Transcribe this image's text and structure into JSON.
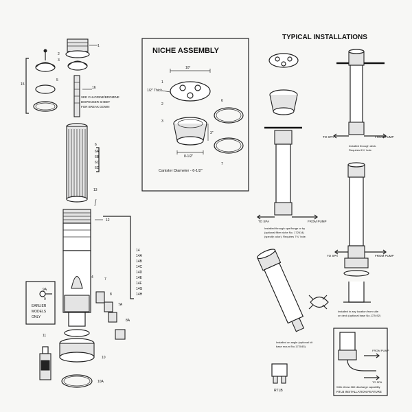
{
  "titles": {
    "typical_installations": "TYPICAL INSTALLATIONS",
    "niche_assembly": "NICHE ASSEMBLY"
  },
  "niche": {
    "dim_10": "10\"",
    "dim_half_thick": "1/2\" Thick",
    "dim_3": "3\"",
    "dim_8_half": "8-1/2\"",
    "canister_diameter": "Canister Diameter - 6-1/2\"",
    "callouts": [
      "1",
      "2",
      "3",
      "6",
      "7"
    ]
  },
  "parts": {
    "callouts": [
      "1",
      "2",
      "3",
      "4",
      "5",
      "6",
      "7",
      "7A",
      "8",
      "8A",
      "9",
      "9A",
      "10",
      "10A",
      "11",
      "12",
      "13",
      "15",
      "16",
      "6A",
      "6B",
      "6C",
      "6D",
      "14",
      "14A",
      "14B",
      "14C",
      "14D",
      "14E",
      "14F",
      "14G",
      "14H"
    ],
    "dispenser_note": [
      "SEE CHLORINE/BROMINE",
      "DISPENSER SHEET",
      "FOR BREAK DOWN"
    ],
    "earlier_models": [
      "EARLIER",
      "MODELS",
      "ONLY"
    ]
  },
  "install": {
    "to_spa": "TO SPA",
    "from_pump": "FROM PUMP",
    "note_deck": [
      "Installed through deck.",
      "Requires 6¾\" hole."
    ],
    "note_flange": [
      "Installed through spa flange or by",
      "(optional filter niche No. 172614)",
      "(specify color). Requires 7¾\" hole."
    ],
    "note_side": [
      "Installed in any location from side",
      "on deck (optional base No.172492)"
    ],
    "note_angle": [
      "Installed on angle (optional kit",
      "base mount No.172045)"
    ],
    "rtlb": "RTLB",
    "elbow_note": "With elbow 360 discharge capability",
    "rtlb_feature": "RTLB INSTALLATION FEATURE"
  }
}
